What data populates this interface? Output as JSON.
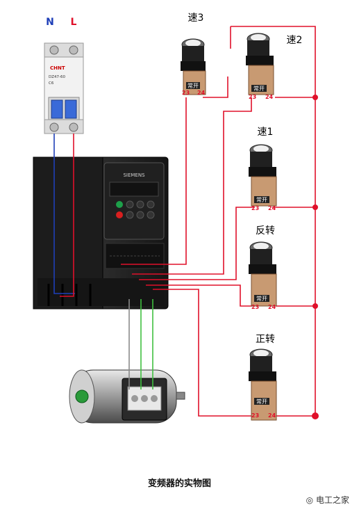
{
  "breaker": {
    "terminal_n": "N",
    "terminal_l": "L",
    "brand": "CHNT",
    "model": "DZ47-60",
    "rating": "C6"
  },
  "inverter": {
    "brand": "SIEMENS"
  },
  "buttons": [
    {
      "id": "speed3",
      "title": "速3",
      "contact": "常开",
      "t1": "23",
      "t2": "24"
    },
    {
      "id": "speed2",
      "title": "速2",
      "contact": "常开",
      "t1": "23",
      "t2": "24"
    },
    {
      "id": "speed1",
      "title": "速1",
      "contact": "常开",
      "t1": "23",
      "t2": "24"
    },
    {
      "id": "reverse",
      "title": "反转",
      "contact": "常开",
      "t1": "23",
      "t2": "24"
    },
    {
      "id": "forward",
      "title": "正转",
      "contact": "常开",
      "t1": "23",
      "t2": "24"
    }
  ],
  "caption": "变频器的实物图",
  "source": "电工之家",
  "colors": {
    "wire_red": "#e0102a",
    "wire_blue": "#1f3fb8",
    "wire_green": "#3fbf3f"
  }
}
